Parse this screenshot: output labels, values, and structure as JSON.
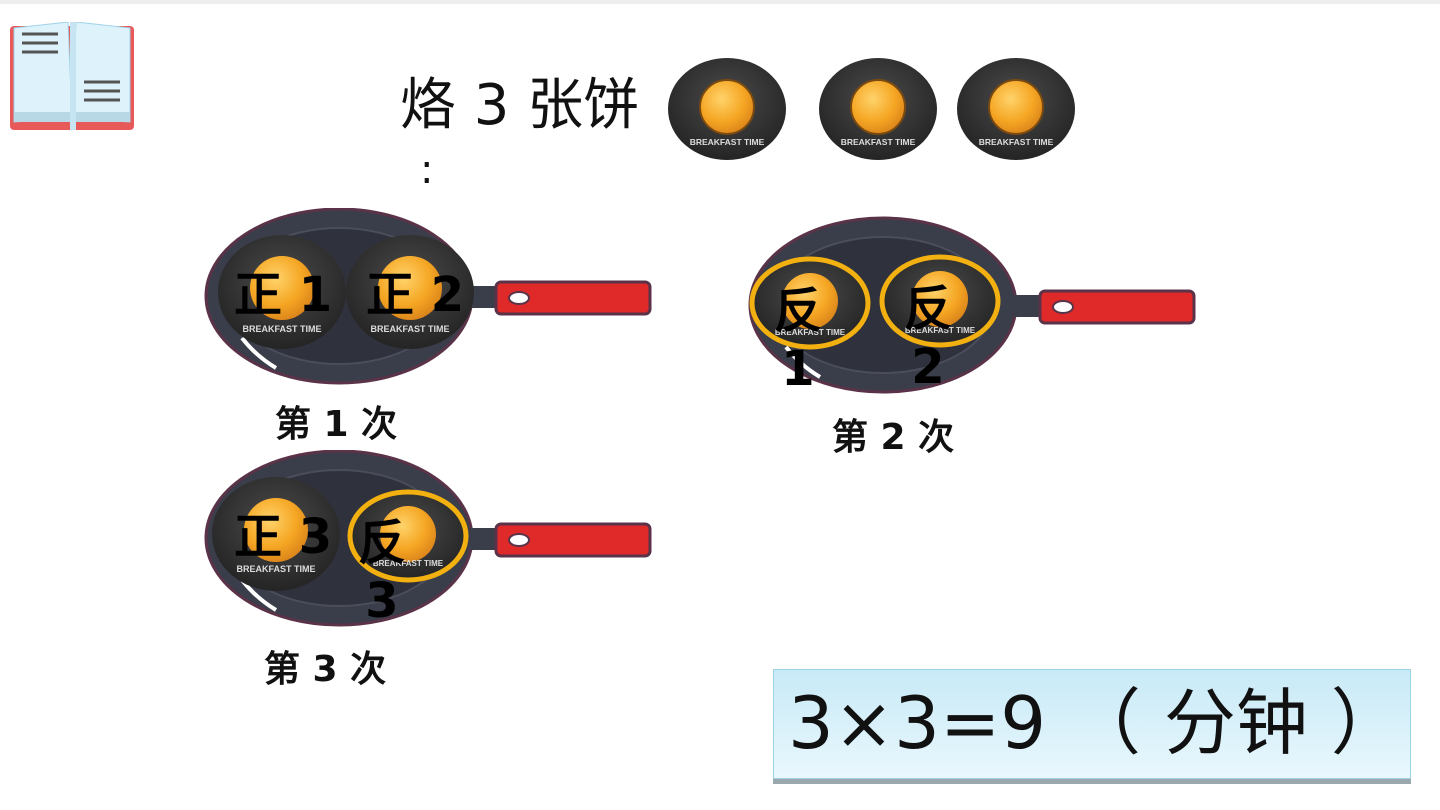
{
  "title": "烙 3 张饼",
  "title_colon": ":",
  "title_pancakes": [
    {
      "caption": "BREAKFAST TIME"
    },
    {
      "caption": "BREAKFAST TIME"
    },
    {
      "caption": "BREAKFAST TIME"
    }
  ],
  "rounds": [
    {
      "label": "第 1 次",
      "side_a": "正 1",
      "side_b": "正 2"
    },
    {
      "label": "第 2 次",
      "side_a": "反 1",
      "side_b": "反 2"
    },
    {
      "label": "第 3 次",
      "side_a": "正 3",
      "side_b": "反 3"
    }
  ],
  "answer": "3×3=9 （ 分钟 ）",
  "colors": {
    "pan_body": "#3a3d4a",
    "pan_handle": "#e02a2a",
    "highlight_ring": "#f2b011",
    "answer_box": "#d4effb"
  }
}
